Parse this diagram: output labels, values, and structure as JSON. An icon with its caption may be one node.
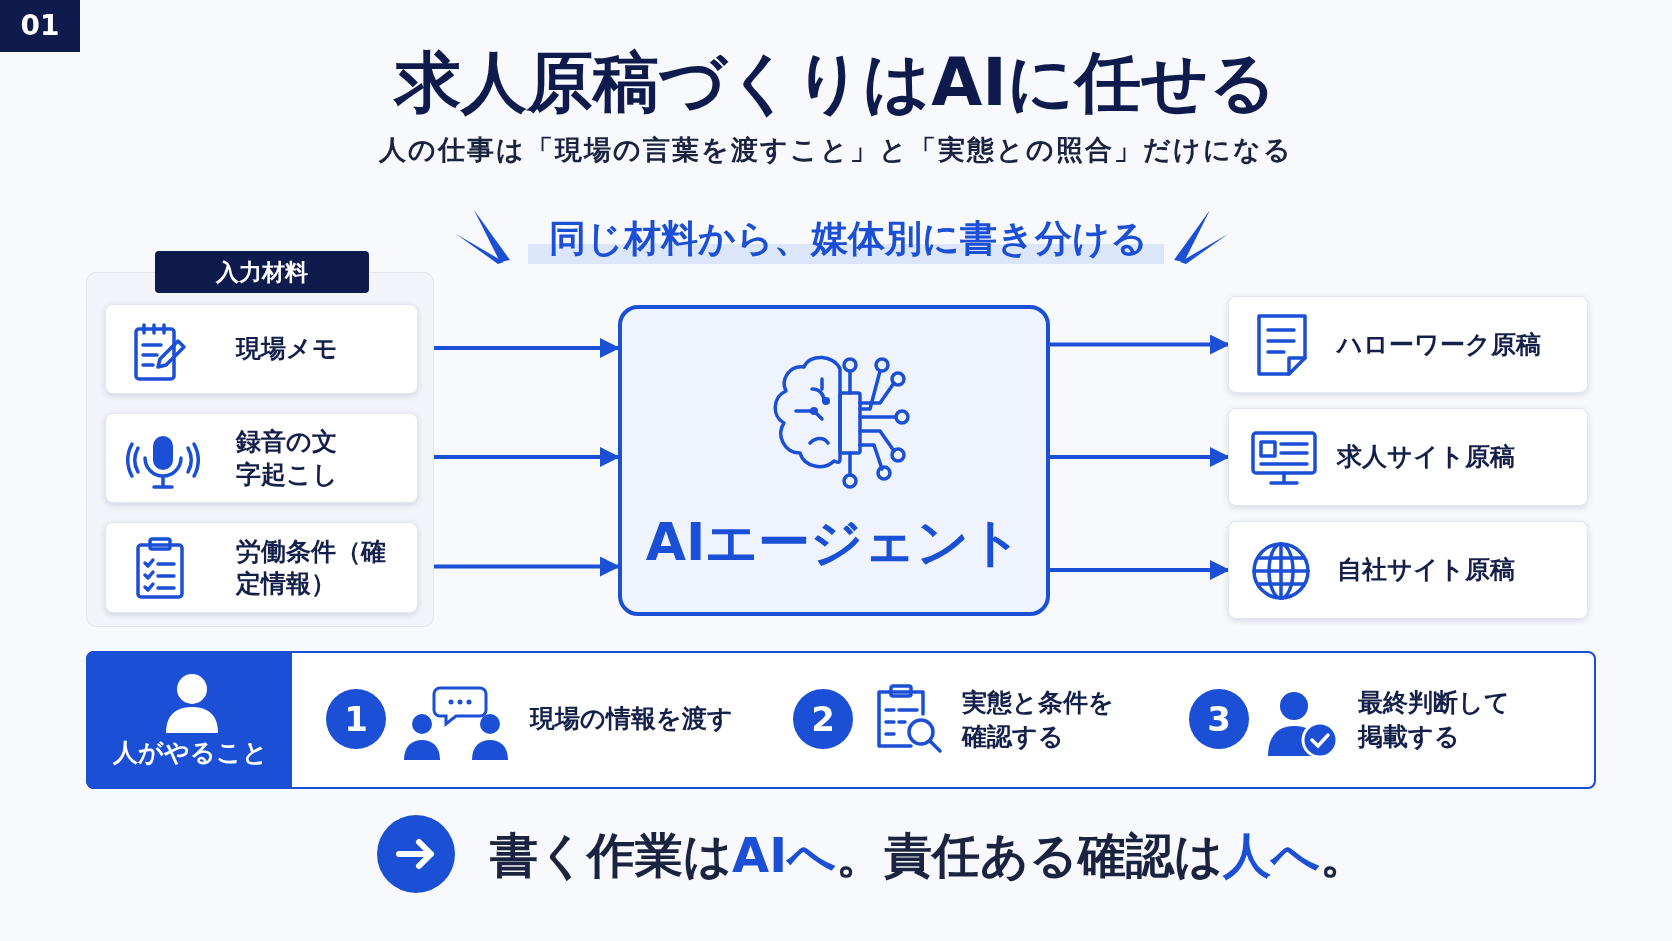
{
  "diagram": {
    "title": "求人原稿づくりはAIに任せる",
    "nodes": [
      {
        "text": [
          "入力材料"
        ]
      },
      {
        "text": [
          "現場メモ"
        ],
        "in": 0
      },
      {
        "text": [
          "録音の文字起こし"
        ],
        "in": 0
      },
      {
        "text": [
          "労働条件（確定情報）"
        ],
        "in": 0
      },
      {
        "text": [
          "AIエージェント"
        ]
      },
      {
        "text": [
          "ハローワーク原稿"
        ]
      },
      {
        "text": [
          "求人サイト原稿"
        ]
      },
      {
        "text": [
          "自社サイト原稿"
        ]
      },
      {
        "text": [
          "人がやること"
        ]
      }
    ],
    "edges": [
      {
        "from": 1,
        "to": 4,
        "arrow": "to"
      },
      {
        "from": 2,
        "to": 4,
        "arrow": "to"
      },
      {
        "from": 3,
        "to": 4,
        "arrow": "to"
      },
      {
        "from": 4,
        "to": 5,
        "arrow": "to"
      },
      {
        "from": 4,
        "to": 6,
        "arrow": "to"
      },
      {
        "from": 4,
        "to": 7,
        "arrow": "to"
      }
    ],
    "labels": [
      "01",
      "人の仕事は「現場の言葉を渡すこと」と「実態との照合」だけになる",
      "同じ材料から、媒体別に書き分ける",
      "1",
      "現場の情報を渡す",
      "2",
      "実態と条件を確認する",
      "3",
      "最終判断して掲載する",
      "書く作業は**AIへ**。責任ある確認は**人へ**。"
    ]
  }
}
